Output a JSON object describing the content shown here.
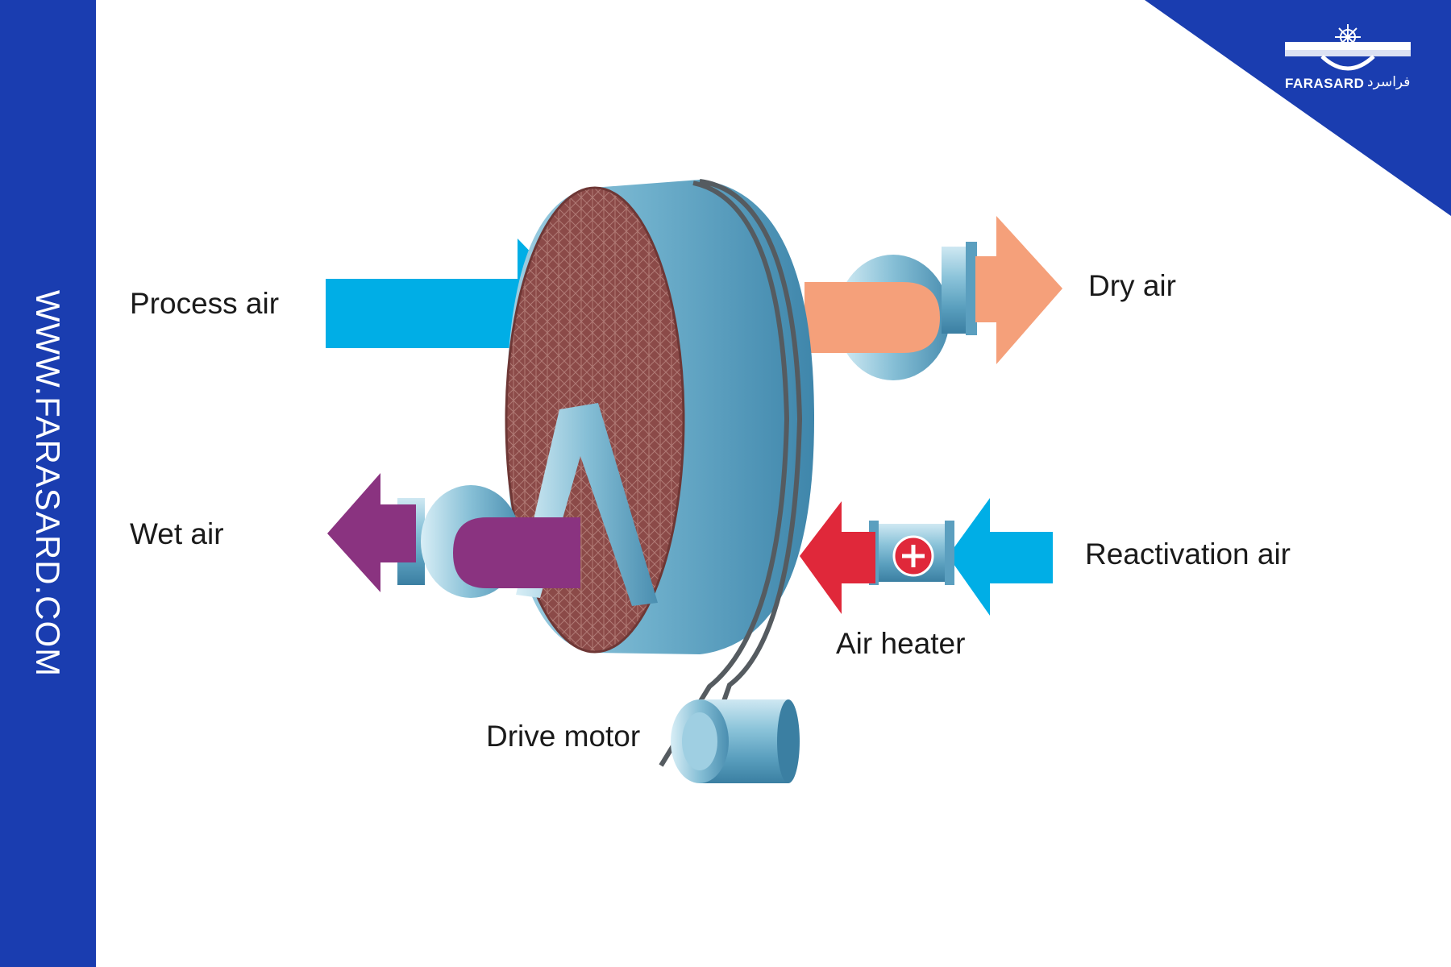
{
  "site": {
    "url": "WWW.FARASARD.COM"
  },
  "logo": {
    "name": "FARASARD",
    "name_fa": "فراسرد",
    "icon": "snowflake-gear-logo-icon"
  },
  "labels": {
    "process_air": "Process air",
    "dry_air": "Dry air",
    "wet_air": "Wet air",
    "reactivation_air": "Reactivation air",
    "air_heater": "Air heater",
    "drive_motor": "Drive motor"
  },
  "colors": {
    "brand_blue": "#1a3db0",
    "process_air": "#00aee6",
    "dry_air": "#f5a07a",
    "wet_air": "#8a3380",
    "reactivation_air": "#00aee6",
    "heated_air": "#e0283a",
    "wheel_media": "#8b4a48",
    "metal": "#7cb6cf"
  }
}
